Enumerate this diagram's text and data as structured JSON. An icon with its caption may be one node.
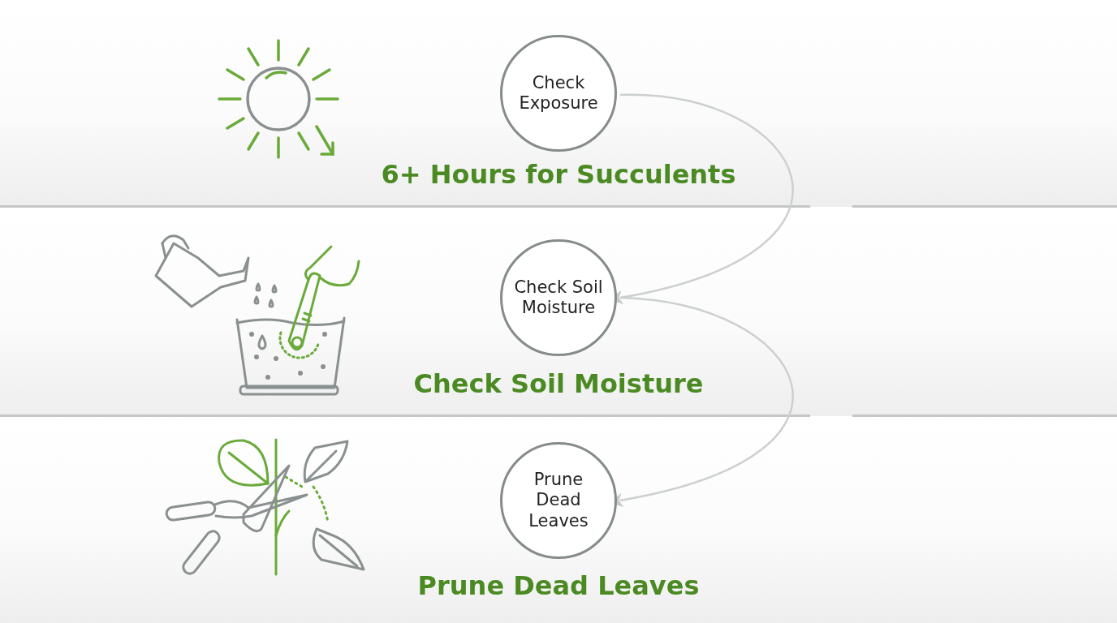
{
  "diagram": {
    "nodes": [
      {
        "text": [
          "Check Exposure"
        ],
        "beside": [
          "6+ Hours for Succulents"
        ]
      },
      {
        "text": [
          "Check Soil Moisture"
        ],
        "beside": [
          "Check Soil Moisture"
        ]
      },
      {
        "text": [
          "Prune Dead Leaves"
        ],
        "beside": [
          "Prune Dead Leaves"
        ]
      }
    ],
    "edges": [
      {
        "from": 0,
        "to": 1,
        "arrow": "to"
      },
      {
        "from": 1,
        "to": 2,
        "arrow": "to"
      }
    ]
  }
}
